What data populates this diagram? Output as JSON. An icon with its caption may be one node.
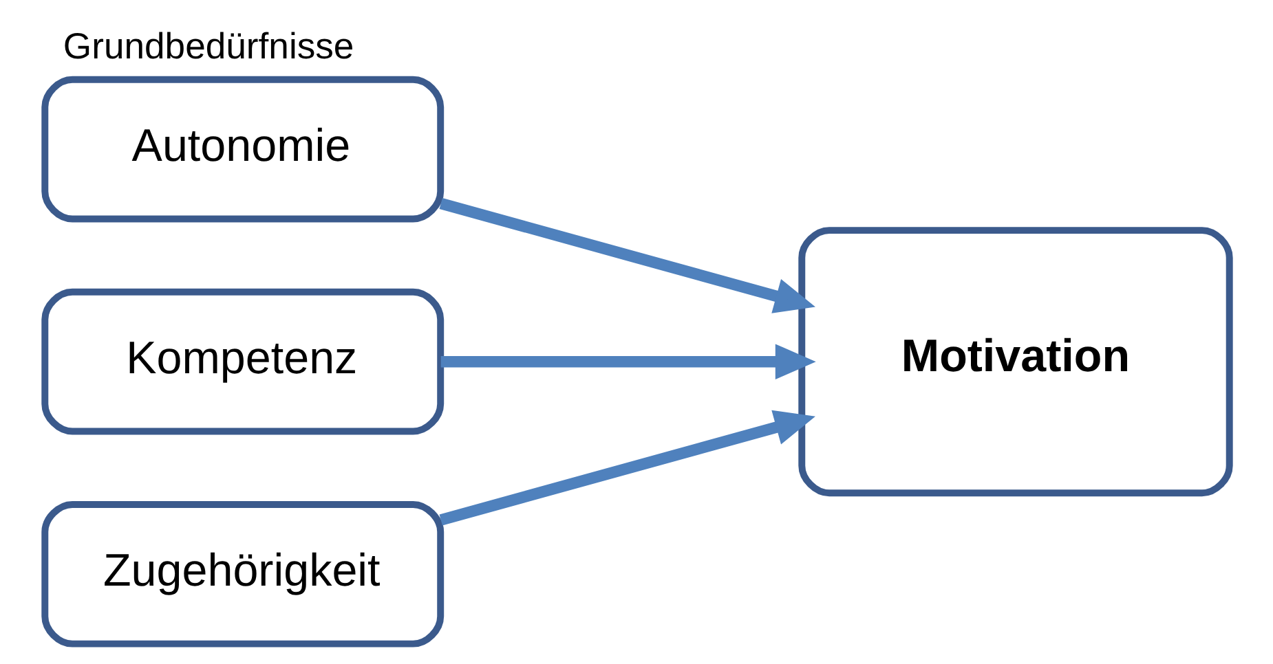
{
  "diagram": {
    "title": "Grundbedürfnisse",
    "nodes": [
      {
        "text": [
          "Autonomie"
        ]
      },
      {
        "text": [
          "Kompetenz"
        ]
      },
      {
        "text": [
          "Zugehörigkeit"
        ]
      },
      {
        "text": [
          "Motivation"
        ]
      }
    ],
    "edges": [
      {
        "from": 0,
        "to": 3,
        "arrow": "to"
      },
      {
        "from": 1,
        "to": 3,
        "arrow": "to"
      },
      {
        "from": 2,
        "to": 3,
        "arrow": "to"
      }
    ]
  }
}
